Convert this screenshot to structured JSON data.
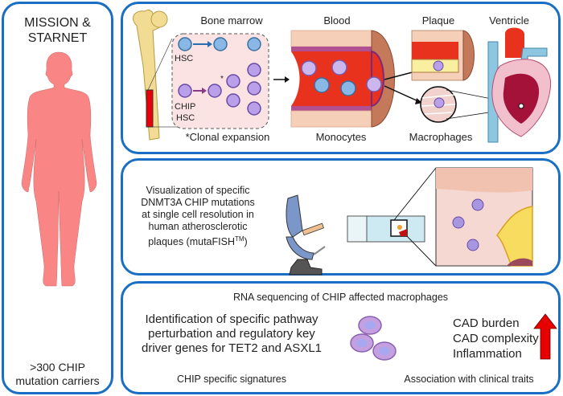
{
  "left_panel": {
    "title_line1": "MISSION &",
    "title_line2": "STARNET",
    "footer_line1": ">300 CHIP",
    "footer_line2": "mutation carriers",
    "silhouette_color": "#f98585"
  },
  "top_panel": {
    "bone_marrow_label": "Bone marrow",
    "blood_label": "Blood",
    "plaque_label": "Plaque",
    "ventricle_label": "Ventricle",
    "hsc_label": "HSC",
    "chip_label": "CHIP",
    "chip_hsc_label": "HSC",
    "asterisk": "*",
    "clonal_label": "*Clonal expansion",
    "monocytes_label": "Monocytes",
    "macrophages_label": "Macrophages"
  },
  "middle_panel": {
    "description_lines": [
      "Visualization of specific",
      "DNMT3A CHIP mutations",
      "at single cell resolution in",
      "human atherosclerotic",
      "plaques (mutaFISH"
    ],
    "trademark": "TM",
    "closing": ")"
  },
  "bottom_panel": {
    "title": "RNA sequencing of CHIP affected macrophages",
    "identification_lines": [
      "Identification of specific pathway",
      "perturbation and regulatory key",
      "driver genes for TET2 and ASXL1"
    ],
    "signatures_label": "CHIP specific signatures",
    "traits": [
      "CAD burden",
      "CAD complexity",
      "Inflammation"
    ],
    "association_label": "Association with clinical traits",
    "arrow_color": "#e60000"
  },
  "colors": {
    "panel_border": "#1a6fc4",
    "hsc_blue": "#7fb0e0",
    "chip_purple": "#b9a0e8",
    "blood_red": "#e8321e"
  }
}
